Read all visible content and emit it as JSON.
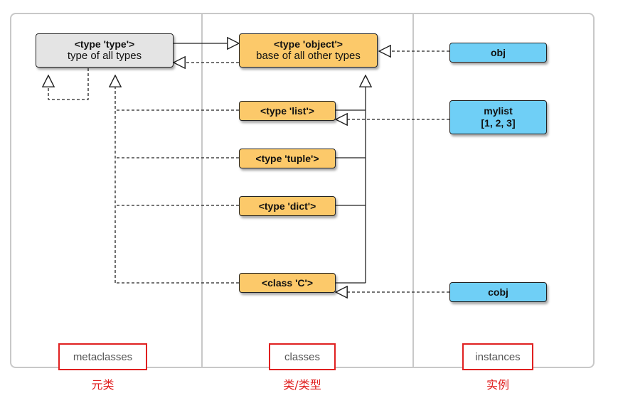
{
  "nodes": {
    "type_type": {
      "line1": "<type 'type'>",
      "line2": "type of all types"
    },
    "type_object": {
      "line1": "<type 'object'>",
      "line2": "base of all other types"
    },
    "type_list": {
      "line1": "<type 'list'>"
    },
    "type_tuple": {
      "line1": "<type 'tuple'>"
    },
    "type_dict": {
      "line1": "<type 'dict'>"
    },
    "class_c": {
      "line1": "<class 'C'>"
    },
    "obj": {
      "line1": "obj"
    },
    "mylist": {
      "line1": "mylist",
      "line2": "[1, 2, 3]"
    },
    "cobj": {
      "line1": "cobj"
    }
  },
  "columns": {
    "metaclasses": {
      "label": "metaclasses",
      "cn": "元类"
    },
    "classes": {
      "label": "classes",
      "cn": "类/类型"
    },
    "instances": {
      "label": "instances",
      "cn": "实例"
    }
  },
  "colors": {
    "metaclass": "#e4e4e4",
    "class": "#fcc96a",
    "instance": "#6fcff6",
    "highlight": "#e02020"
  }
}
